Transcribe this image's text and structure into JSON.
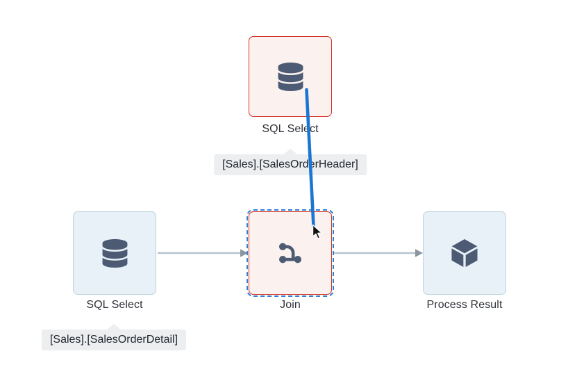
{
  "canvas": {
    "kind": "dataflow-editor-canvas"
  },
  "colors": {
    "selected_red": "#d32f22",
    "selection_dash_blue": "#2f80d9",
    "node_red_bg": "#fbf1ef",
    "node_blue_bg": "#e8f1f8",
    "node_blue_border": "#bdd3de",
    "icon_slate": "#4c5b73",
    "edge_gray": "#b7c2cc",
    "edge_arrow_gray": "#8b95a0",
    "drag_blue": "#1b76d3",
    "tooltip_bg": "#eceef0",
    "tooltip_text": "#23272e",
    "label_text": "#2e3238",
    "canvas_bg": "#ffffff"
  },
  "nodes": [
    {
      "id": "sql-select-header",
      "label": "SQL Select",
      "icon": "database-icon",
      "state": "selected",
      "tooltip": "[Sales].[SalesOrderHeader]"
    },
    {
      "id": "sql-select-detail",
      "label": "SQL Select",
      "icon": "database-icon",
      "state": "default",
      "tooltip": "[Sales].[SalesOrderDetail]"
    },
    {
      "id": "join",
      "label": "Join",
      "icon": "join-icon",
      "state": "drop-target"
    },
    {
      "id": "process-result",
      "label": "Process Result",
      "icon": "cube-icon",
      "state": "default"
    }
  ],
  "edges": [
    {
      "from": "sql-select-detail",
      "to": "join"
    },
    {
      "from": "join",
      "to": "process-result"
    }
  ],
  "drag_connection": {
    "from": "sql-select-header",
    "to": "join",
    "status": "in-progress"
  }
}
